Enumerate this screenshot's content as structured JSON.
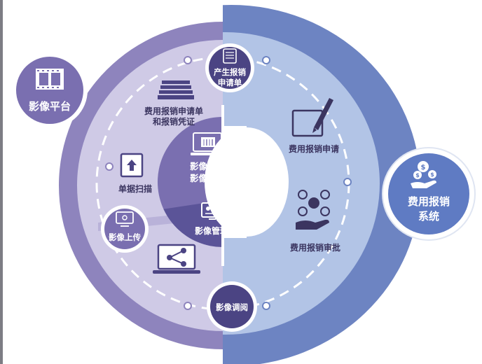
{
  "platform_badge": {
    "label": "影像平台",
    "icon": "film-strip-icon"
  },
  "system_badge": {
    "label_line1": "费用报销",
    "label_line2": "系统",
    "icon": "money-hand-icon"
  },
  "nodes": {
    "top": {
      "line1": "产生报销",
      "line2": "申请单",
      "icon": "receipt-icon"
    },
    "bottom": {
      "label": "影像调阅"
    },
    "left": {
      "label": "影像上传",
      "icon": "monitor-icon"
    }
  },
  "left_items": {
    "docs": {
      "line1": "费用报销申请单",
      "line2": "和报销凭证",
      "icon": "document-stack-icon"
    },
    "scan": {
      "label": "单据扫描",
      "icon": "upload-box-icon"
    },
    "share": {
      "icon": "share-laptop-icon"
    }
  },
  "inner": {
    "scan_upload": {
      "line1": "影像扫描",
      "line2": "影像上传",
      "icon": "scanner-laptop-icon"
    },
    "manage": {
      "label": "影像管理",
      "icon": "image-monitor-icon"
    }
  },
  "right_items": {
    "apply": {
      "label": "费用报销申请",
      "icon": "pen-sign-icon"
    },
    "approve": {
      "label": "费用报销审批",
      "icon": "approval-hand-icon"
    }
  },
  "colors": {
    "left_outer": "#8e84bd",
    "left_mid": "#cfcae6",
    "left_inner": "#7a6fb0",
    "node_dark": "#4b4483",
    "right_outer": "#6d84c2",
    "right_mid": "#b2c4e6",
    "text_dark": "#3b3560"
  }
}
